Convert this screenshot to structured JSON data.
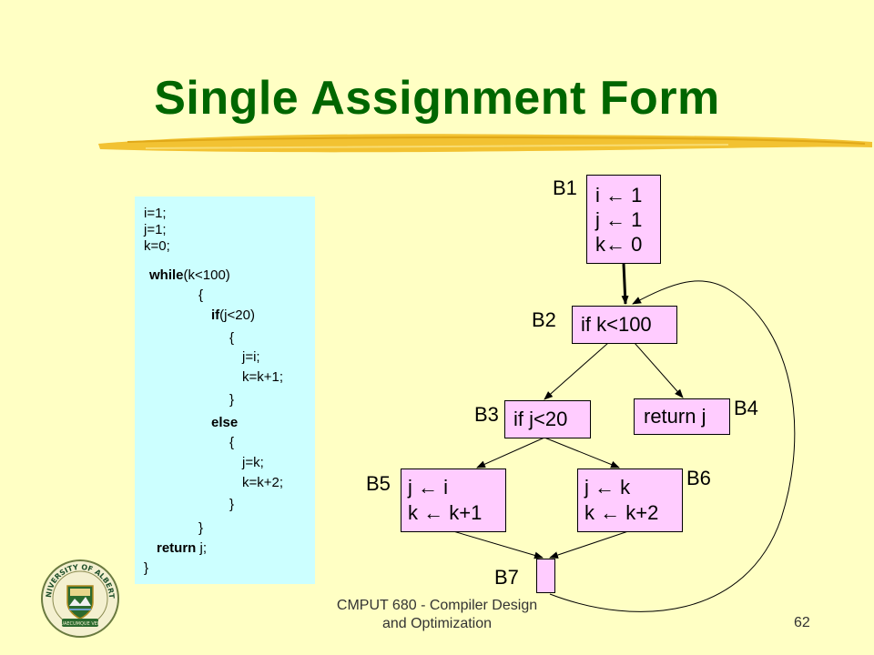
{
  "slide": {
    "title": "Single Assignment Form",
    "footer_line1": "CMPUT 680 - Compiler Design",
    "footer_line2": "and Optimization",
    "page_number": "62"
  },
  "code": [
    {
      "plain": "i=1;"
    },
    {
      "plain": "j=1;"
    },
    {
      "plain": "k=0;"
    },
    {
      "kw": "while",
      "plain": "(k<100)"
    },
    {
      "plain": "{"
    },
    {
      "kw": "if",
      "plain": "(j<20)"
    },
    {
      "plain": "{"
    },
    {
      "plain": "j=i;"
    },
    {
      "plain": "k=k+1;"
    },
    {
      "plain": "}"
    },
    {
      "kw": "else",
      "plain": ""
    },
    {
      "plain": "{"
    },
    {
      "plain": "j=k;"
    },
    {
      "plain": "k=k+2;"
    },
    {
      "plain": "}"
    },
    {
      "plain": "}"
    },
    {
      "kw": "return",
      "plain": " j;"
    },
    {
      "plain": "}"
    }
  ],
  "cfg": {
    "B1": {
      "label": "B1",
      "lines": [
        "i ← 1",
        "j ← 1",
        "k← 0"
      ]
    },
    "B2": {
      "label": "B2",
      "lines": [
        "if k<100"
      ]
    },
    "B3": {
      "label": "B3",
      "lines": [
        "if j<20"
      ]
    },
    "B4": {
      "label": "B4",
      "lines": [
        "return j"
      ]
    },
    "B5": {
      "label": "B5",
      "lines": [
        "j ← i",
        "k ← k+1"
      ]
    },
    "B6": {
      "label": "B6",
      "lines": [
        "j ← k",
        "k ← k+2"
      ]
    },
    "B7": {
      "label": "B7",
      "lines": []
    }
  },
  "logo": {
    "top_text": "UNIVERSITY OF ALBERTA",
    "bottom_text": "QUAECUMQUE VERA"
  },
  "colors": {
    "background": "#ffffc4",
    "title": "#006600",
    "code_box": "#ccffff",
    "node_fill": "#ffccff"
  }
}
